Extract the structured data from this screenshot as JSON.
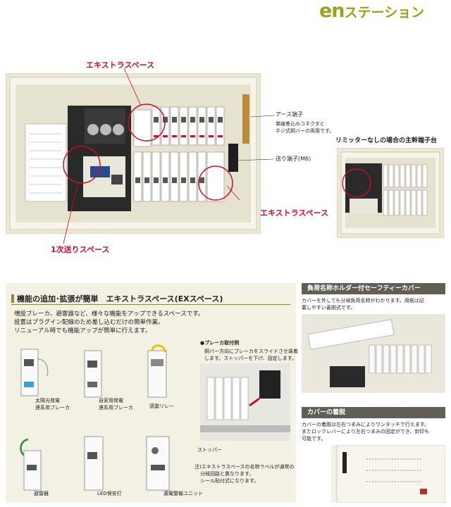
{
  "brand": {
    "en": "en",
    "station": "ステーション"
  },
  "top_labels": {
    "extra_space_top": "エキストラスペース",
    "earth_terminal": "アース端子",
    "earth_note_1": "単線差込みコネクタと",
    "earth_note_2": "ネジ式銅バーの両用です。",
    "limiter_label": "リミッターなしの場合の主幹端子台",
    "feed_terminal": "送り端子(M6)",
    "extra_space_right": "エキストラスペース",
    "primary_feed": "1次送りスペース"
  },
  "extra_section": {
    "title": "機能の追加･拡張が簡単　エキストラスペース(EXスペース)",
    "body": [
      "増設ブレーカ、避雷器など、様々な機能をアップできるスペースです。",
      "設置はプラグイン配線のため差し込むだけの簡単作業。",
      "リニューアル時でも機能アップが簡単に行えます。"
    ],
    "products": {
      "solar_1": "太陽光発電",
      "solar_2": "連系用ブレーカ",
      "home_1": "自家用発電",
      "home_2": "連系用ブレーカ",
      "relay": "感震リレー",
      "arrester": "避雷器",
      "led": "LED保安灯",
      "leak": "漏電警報ユニット"
    },
    "breaker_title": "●ブレーカ取付例",
    "breaker_desc_1": "銅バー方向にブレーカをスライドさせ装着",
    "breaker_desc_2": "します。ストッパーを下げ、固定します。",
    "stopper": "ストッパー",
    "note_1": "注)エキストラスペースの名称ラベルが通常の",
    "note_2": "分岐回路と異なります。",
    "note_3": "シール貼付式になります。"
  },
  "safety_section": {
    "header": "負荷名称ホルダー付セーフティーカバー",
    "body_1": "カバーを外しても分岐負荷名称がわかります。用紙は記",
    "body_2": "載しやすい蓋脱式です。"
  },
  "cover_section": {
    "header": "カバーの着脱",
    "body_1": "カバーの着脱は左右つまみによりワンタッチで行えます。",
    "body_2": "またロックレバーにより左右つまみの固定ができ、封印も",
    "body_3": "可能です。"
  }
}
